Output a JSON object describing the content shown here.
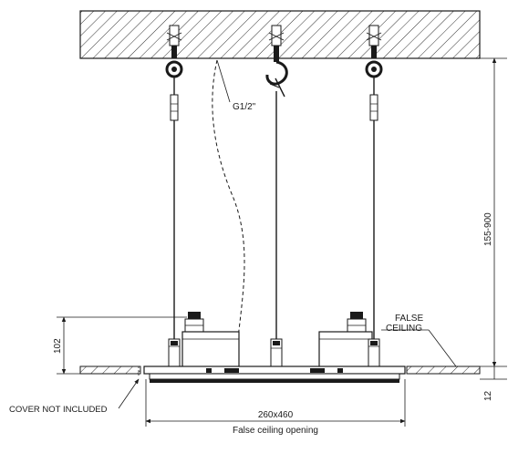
{
  "labels": {
    "pipe_size": "G1/2\"",
    "false_ceiling_line1": "FALSE",
    "false_ceiling_line2": "CEILING",
    "cover_note": "COVER NOT INCLUDED",
    "opening_size": "260x460",
    "opening_caption": "False ceiling opening"
  },
  "dimensions": {
    "drop_range": "155-900",
    "body_height": "102",
    "plate_thickness": "12"
  }
}
